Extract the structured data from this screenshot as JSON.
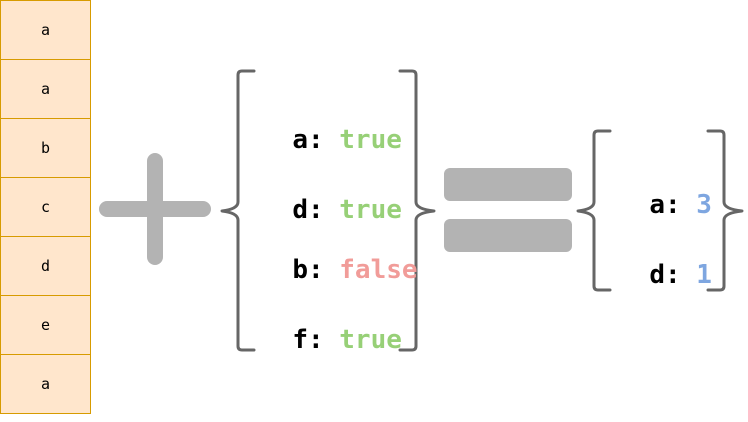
{
  "input_list": {
    "items": [
      "a",
      "a",
      "b",
      "c",
      "d",
      "e",
      "a"
    ]
  },
  "operators": {
    "plus": "plus-sign",
    "equals": "equals-sign"
  },
  "filter_map": {
    "entries": [
      {
        "key": "a",
        "sep": ":",
        "value": "true",
        "kind": "true"
      },
      {
        "key": "d",
        "sep": ":",
        "value": "true",
        "kind": "true"
      },
      {
        "key": "b",
        "sep": ":",
        "value": "false",
        "kind": "false"
      },
      {
        "key": "f",
        "sep": ":",
        "value": "true",
        "kind": "true"
      }
    ]
  },
  "result_map": {
    "entries": [
      {
        "key": "a",
        "sep": ":",
        "value": "3"
      },
      {
        "key": "d",
        "sep": ":",
        "value": "1"
      }
    ]
  },
  "colors": {
    "cell_fill": "#ffe6cc",
    "cell_border": "#d79b00",
    "operator": "#b3b3b3",
    "brace": "#666666",
    "true_value": "#97d077",
    "false_value": "#f19c99",
    "number_value": "#7ea6e0"
  }
}
